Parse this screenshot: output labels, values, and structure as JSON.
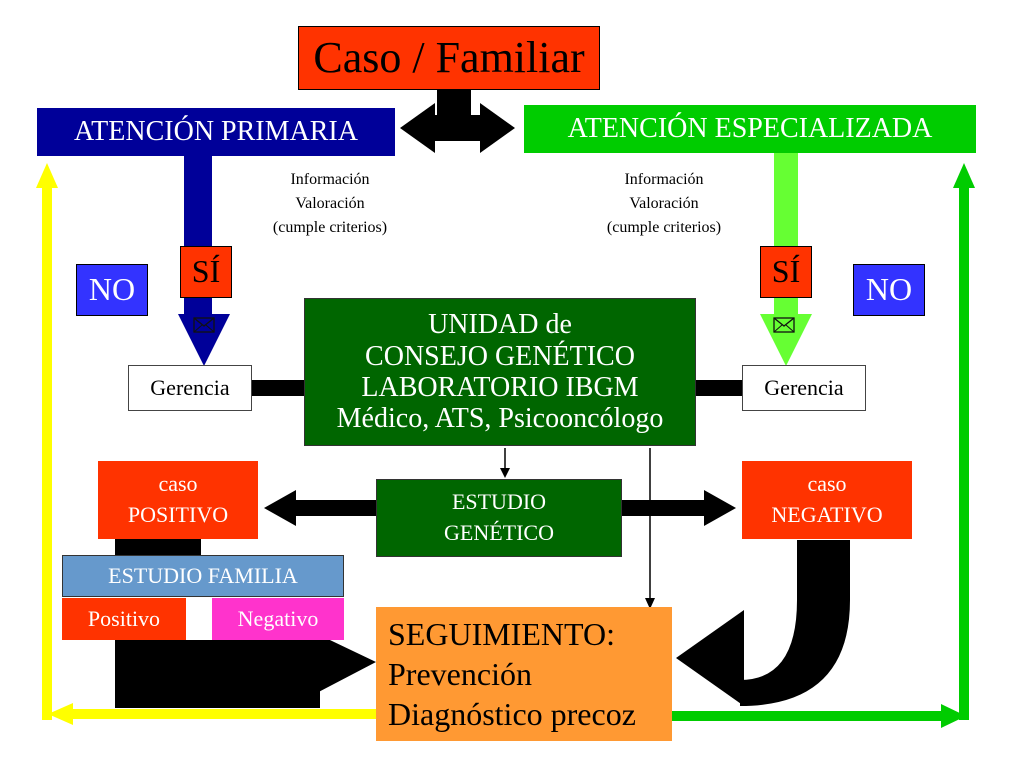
{
  "title": "Caso / Familiar",
  "primary": {
    "label": "ATENCIÓN PRIMARIA",
    "yes": "SÍ",
    "no": "NO",
    "office": "Gerencia"
  },
  "specialized": {
    "label": "ATENCIÓN ESPECIALIZADA",
    "yes": "SÍ",
    "no": "NO",
    "office": "Gerencia"
  },
  "info_block": {
    "line1": "Información",
    "line2": "Valoración",
    "line3": "(cumple criterios)"
  },
  "unit": {
    "line1": "UNIDAD de",
    "line2": "CONSEJO GENÉTICO",
    "line3": "LABORATORIO IBGM",
    "line4": "Médico, ATS, Psicooncólogo"
  },
  "study": {
    "line1": "ESTUDIO",
    "line2": "GENÉTICO"
  },
  "positive_case": {
    "line1": "caso",
    "line2": "POSITIVO"
  },
  "negative_case": {
    "line1": "caso",
    "line2": "NEGATIVO"
  },
  "family_study": {
    "label": "ESTUDIO FAMILIA",
    "positive": "Positivo",
    "negative": "Negativo"
  },
  "followup": {
    "line1": "SEGUIMIENTO:",
    "line2": "Prevención",
    "line3": "Diagnóstico precoz"
  },
  "icons": [
    "envelope-icon"
  ],
  "colors": {
    "title_red": "#ff3300",
    "primary_blue": "#000099",
    "specialized_green": "#00cc00",
    "light_green": "#66ff33",
    "unit_green": "#006600",
    "case_red": "#ff3300",
    "family_blue": "#6699cc",
    "negative_magenta": "#ff33cc",
    "followup_orange": "#ff9933",
    "yellow_line": "#ffff00",
    "no_box_blue": "#3333ff"
  }
}
